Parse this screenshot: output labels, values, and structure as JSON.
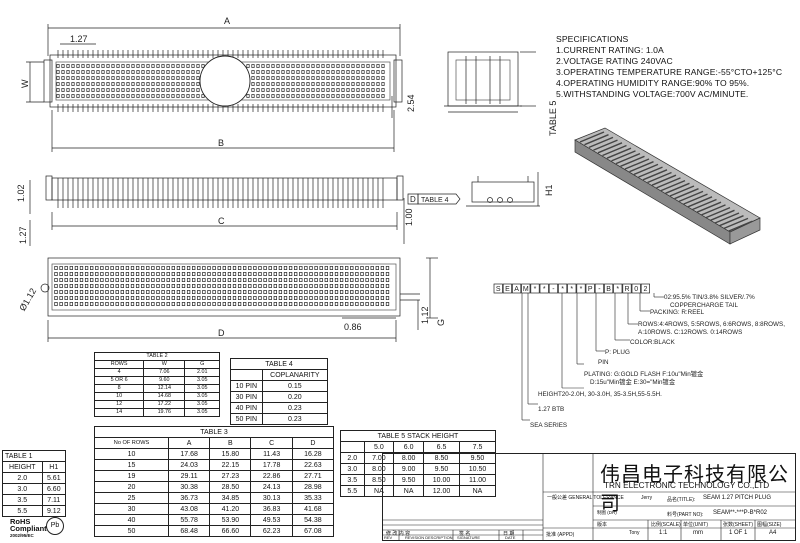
{
  "dimensions": {
    "a": "A",
    "b": "B",
    "c": "C",
    "d": "D",
    "w": "W",
    "h1": "H1",
    "g": "G",
    "pitch": "1.27",
    "pitch_side": "1.27",
    "height_102": "1.02",
    "pad_254": "2.54",
    "dia_112": "Ø1.12",
    "dim_100": "1.00",
    "dim_086": "0.86",
    "dim_112": "1.12",
    "table5_label": "TABLE 5",
    "table4_label": "TABLE 4"
  },
  "specifications": {
    "title": "SPECIFICATIONS",
    "items": [
      "1.CURRENT RATING: 1.0A",
      "2.VOLTAGE RATING 240VAC",
      "3.OPERATING TEMPERATURE RANGE:-55°CTO+125°C",
      "4.OPERATING HUMIDITY RANGE:90% TO 95%.",
      "5.WITHSTANDING VOLTAGE:700V AC/MINUTE."
    ]
  },
  "part_number": {
    "boxes": [
      "S",
      "E",
      "A",
      "M",
      "*",
      "*",
      "-",
      "*",
      "*",
      "*",
      "P",
      "-",
      "B",
      "*",
      "R",
      "0",
      "2"
    ],
    "callouts": [
      "02:95.5% TIN/3.8% SILVER/.7%",
      "COPPERCHARGE TAIL",
      "PACKING: R:REEL",
      "ROWS:4:4ROWS, 5:5ROWS, 6:6ROWS, 8:8ROWS,",
      "A:10ROWS. C:12ROWS. 0:14ROWS",
      "COLOR:BLACK",
      "P: PLUG",
      "PIN",
      "PLATING: G:GOLD FLASH   F:10u\"Min镀金",
      "D:15u\"Min镀金  E:30=\"Min镀金",
      "HEIGHT20-2.0H, 30-3.0H, 35-3.5H,55-5.5H.",
      "1.27 BTB",
      "SEA SERIES"
    ]
  },
  "table1": {
    "title": "TABLE 1",
    "headers": [
      "HEIGHT",
      "H1"
    ],
    "rows": [
      [
        "2.0",
        "5.61"
      ],
      [
        "3.0",
        "6.60"
      ],
      [
        "3.5",
        "7.11"
      ],
      [
        "5.5",
        "9.12"
      ]
    ]
  },
  "table2": {
    "title": "TABLE 2",
    "headers": [
      "ROWS",
      "W",
      "G"
    ],
    "rows": [
      [
        "4",
        "7.06",
        "2.01"
      ],
      [
        "5 OR 6",
        "9.60",
        "3.05"
      ],
      [
        "8",
        "12.14",
        "3.05"
      ],
      [
        "10",
        "14.68",
        "3.05"
      ],
      [
        "12",
        "17.22",
        "3.05"
      ],
      [
        "14",
        "19.76",
        "3.05"
      ]
    ]
  },
  "table3": {
    "title": "TABLE 3",
    "headers": [
      "No OF ROWS",
      "A",
      "B",
      "C",
      "D"
    ],
    "rows": [
      [
        "10",
        "17.68",
        "15.80",
        "11.43",
        "16.28"
      ],
      [
        "15",
        "24.03",
        "22.15",
        "17.78",
        "22.63"
      ],
      [
        "19",
        "29.11",
        "27.23",
        "22.86",
        "27.71"
      ],
      [
        "20",
        "30.38",
        "28.50",
        "24.13",
        "28.98"
      ],
      [
        "25",
        "36.73",
        "34.85",
        "30.13",
        "35.33"
      ],
      [
        "30",
        "43.08",
        "41.20",
        "36.83",
        "41.68"
      ],
      [
        "40",
        "55.78",
        "53.90",
        "49.53",
        "54.38"
      ],
      [
        "50",
        "68.48",
        "66.60",
        "62.23",
        "67.08"
      ]
    ]
  },
  "table4": {
    "title": "TABLE 4",
    "headers": [
      "",
      "COPLANARITY"
    ],
    "rows": [
      [
        "10 PIN",
        "0.15"
      ],
      [
        "30 PIN",
        "0.20"
      ],
      [
        "40 PIN",
        "0.23"
      ],
      [
        "50 PIN",
        "0.23"
      ]
    ]
  },
  "table5": {
    "title": "TABLE 5   STACK HEIGHT",
    "headers": [
      "",
      "5.0",
      "6.0",
      "6.5",
      "7.5"
    ],
    "rows": [
      [
        "2.0",
        "7.00",
        "8.00",
        "8.50",
        "9.50"
      ],
      [
        "3.0",
        "8.00",
        "9.00",
        "9.50",
        "10.50"
      ],
      [
        "3.5",
        "8.50",
        "9.50",
        "10.00",
        "11.00"
      ],
      [
        "5.5",
        "NA",
        "NA",
        "12.00",
        "NA"
      ]
    ]
  },
  "title_block": {
    "company_cn": "伟昌电子科技有限公司",
    "company_en": "TRN ELECTRONIC TECHNOLOGY CO.,LTD",
    "product": "SEAM 1.27 PITCH PLUG",
    "part_no": "SEAM**-***P-B*R02",
    "scale": "1:1",
    "sheet": "1 OF 1",
    "unit": "mm",
    "size": "A4",
    "designer": "Jerry",
    "checker": "Tony",
    "labels": {
      "general_tolerance": "一般公差 GENERAL TOLERANCE",
      "drawn": "制图 (DR)",
      "approved": "批准 (APPD)",
      "title": "品名(TITLE):",
      "part": "料号(PART NO):",
      "scale": "比例(SCALE)",
      "unit": "单位(UNIT)",
      "sheet": "张数(SHEET)",
      "size": "图幅(SIZE)",
      "rev": "REV",
      "revision_desc": "REVISION DESCRIPTION",
      "signature": "SIGNATURE",
      "date": "DATE",
      "modify": "修 改 内 容",
      "sign": "签 名",
      "day": "日 期",
      "version": "版本"
    }
  },
  "rohs": {
    "line1": "RoHS",
    "line2": "Compliant",
    "line3": "2002/95/EC",
    "pb": "Pb"
  }
}
